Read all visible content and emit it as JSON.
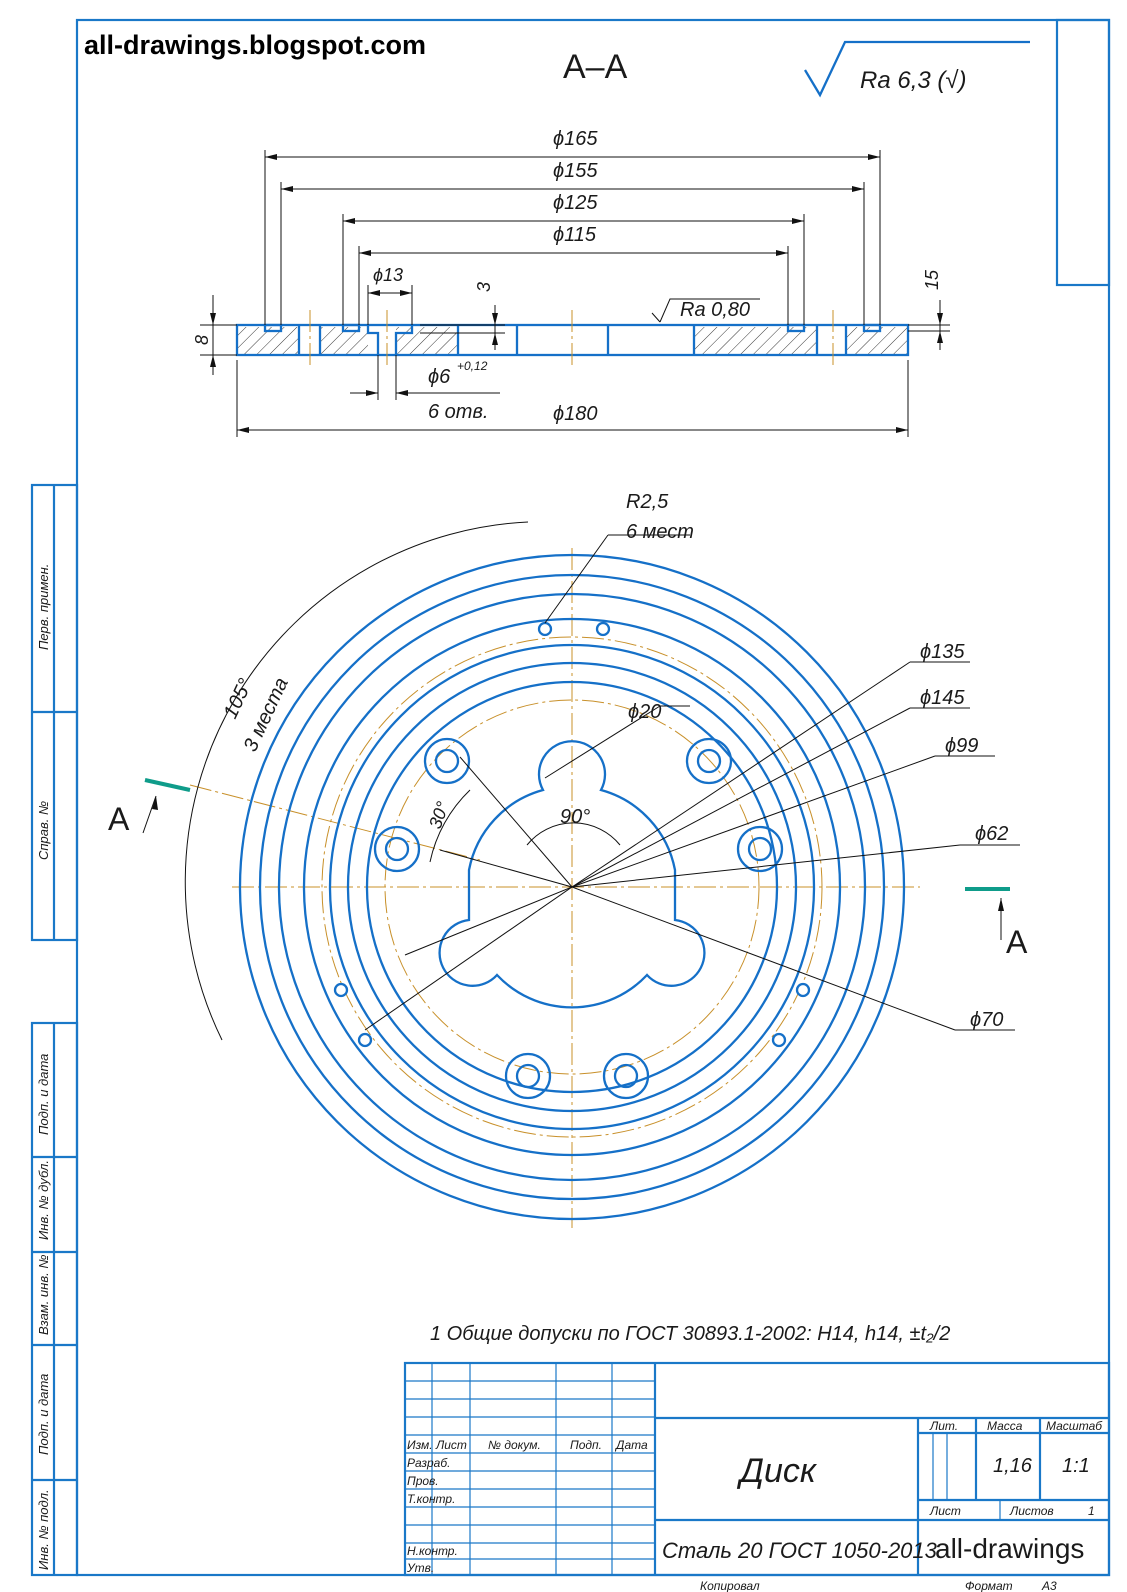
{
  "watermark": "all-drawings.blogspot.com",
  "section_view": {
    "title": "A–A",
    "roughness_general": "Ra 6,3 (√)",
    "roughness_local": "Ra 0,80",
    "dimensions": {
      "d165": "ϕ165",
      "d155": "ϕ155",
      "d125": "ϕ125",
      "d115": "ϕ115",
      "d13": "ϕ13",
      "d6": "ϕ6",
      "d6_tol": "+0,12",
      "holes": "6 отв.",
      "d180": "ϕ180",
      "h3": "3",
      "h8": "8",
      "h15": "15"
    }
  },
  "plan_view": {
    "dimensions": {
      "r25": "R2,5",
      "places6": "6 мест",
      "d135": "ϕ135",
      "d145": "ϕ145",
      "d99": "ϕ99",
      "d62": "ϕ62",
      "d70": "ϕ70",
      "d20": "ϕ20",
      "a90": "90°",
      "a30": "30°",
      "a105": "105°",
      "places3": "3 места"
    },
    "cut_label_left": "A",
    "cut_label_right": "A"
  },
  "note": "1 Общие допуски по ГОСТ 30893.1-2002: H14, h14, ±t₂/2",
  "title_block": {
    "left_columns": [
      "Изм.",
      "Лист",
      "№ докум.",
      "Подп.",
      "Дата"
    ],
    "roles": [
      "Разраб.",
      "Пров.",
      "Т.контр.",
      "Н.контр.",
      "Утв."
    ],
    "part_name": "Диск",
    "material": "Сталь 20  ГОСТ 1050-2013",
    "company": "all-drawings",
    "lit_label": "Лит.",
    "mass_label": "Масса",
    "scale_label": "Масштаб",
    "mass_value": "1,16",
    "scale_value": "1:1",
    "sheet_label": "Лист",
    "sheets_label": "Листов",
    "sheets_value": "1",
    "copied": "Копировал",
    "format_label": "Формат",
    "format_value": "А3"
  },
  "side_labels": [
    "Перв. примен.",
    "Справ. №",
    "Подп. и дата",
    "Инв. № дубл.",
    "Взам. инв. №",
    "Подп. и дата",
    "Инв. № подл."
  ]
}
